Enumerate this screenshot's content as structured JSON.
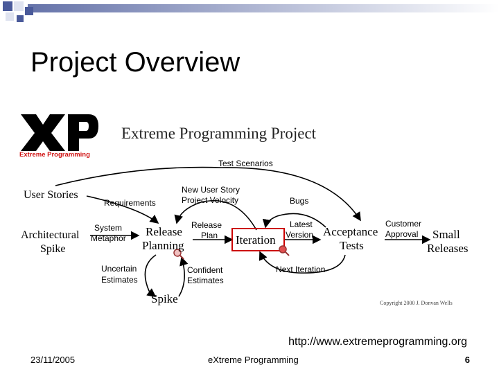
{
  "slide": {
    "title": "Project Overview",
    "url": "http://www.extremeprogramming.org",
    "footer_date": "23/11/2005",
    "footer_center": "eXtreme Programming",
    "page_number": "6"
  },
  "diagram": {
    "logo_text": "Extreme Programming",
    "heading": "Extreme Programming Project",
    "nodes": {
      "user_stories": "User Stories",
      "architectural": "Architectural",
      "spike_left": "Spike",
      "release": "Release",
      "planning": "Planning",
      "iteration": "Iteration",
      "acceptance": "Acceptance",
      "tests": "Tests",
      "small": "Small",
      "releases": "Releases",
      "spike_bottom": "Spike"
    },
    "labels": {
      "test_scenarios": "Test Scenarios",
      "new_user_story": "New User Story",
      "project_velocity": "Project Velocity",
      "requirements": "Requirements",
      "bugs": "Bugs",
      "system": "System",
      "metaphor": "Metaphor",
      "release_plan_1": "Release",
      "release_plan_2": "Plan",
      "latest": "Latest",
      "version": "Version",
      "customer": "Customer",
      "approval": "Approval",
      "uncertain": "Uncertain",
      "estimates_1": "Estimates",
      "confident": "Confident",
      "estimates_2": "Estimates",
      "next_iteration": "Next Iteration",
      "copyright": "Copyright 2000 J. Donvan Wells"
    }
  },
  "colors": {
    "corner_blue": "#4a5a9a",
    "corner_light": "#dfe3f0",
    "logo_red": "#d01515",
    "iteration_red": "#cc0000"
  }
}
